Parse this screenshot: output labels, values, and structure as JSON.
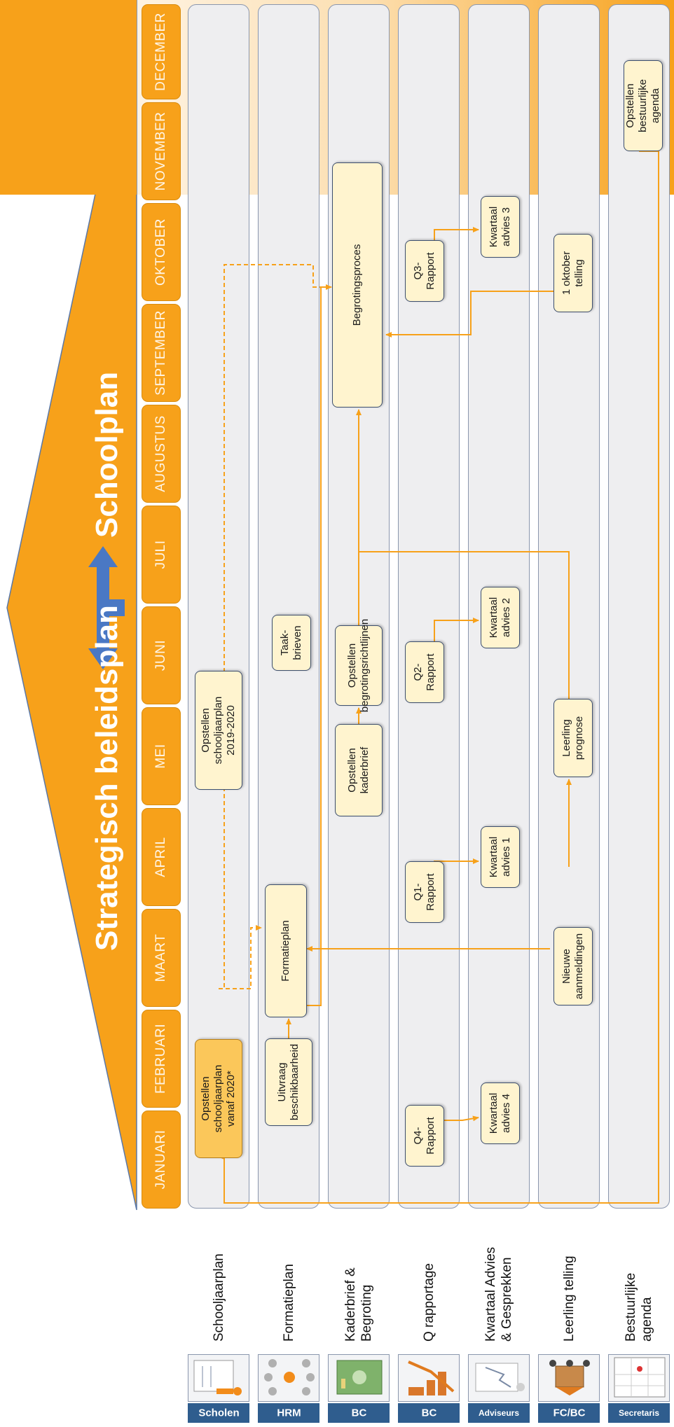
{
  "title_left": "Strategisch beleidsplan",
  "title_right": "Schoolplan",
  "colors": {
    "orange": "#f7a11a",
    "box_fill": "#fff4cf",
    "box_highlight": "#fbc75a",
    "lane_fill": "#eeeef0",
    "dept_fill": "#2f5d8e",
    "arrow_blue": "#4a78c4"
  },
  "months": [
    "JANUARI",
    "FEBRUARI",
    "MAART",
    "APRIL",
    "MEI",
    "JUNI",
    "JULI",
    "AUGUSTUS",
    "SEPTEMBER",
    "OKTOBER",
    "NOVEMBER",
    "DECEMBER"
  ],
  "rows": [
    {
      "label": "Schooljaarplan",
      "dept": "Scholen",
      "picture": "presenter-whiteboard-icon"
    },
    {
      "label": "Formatieplan",
      "dept": "HRM",
      "picture": "team-people-icon"
    },
    {
      "label": "Kaderbrief &\nBegroting",
      "dept": "BC",
      "picture": "money-bills-icon"
    },
    {
      "label": "Q rapportage",
      "dept": "BC",
      "picture": "bar-chart-icon"
    },
    {
      "label": "Kwartaal Advies\n& Gesprekken",
      "dept": "Adviseurs",
      "picture": "chart-review-icon"
    },
    {
      "label": "Leerling telling",
      "dept": "FC/BC",
      "picture": "school-building-icon"
    },
    {
      "label": "Bestuurlijke\nagenda",
      "dept": "Secretaris",
      "picture": "calendar-icon"
    }
  ],
  "boxes": {
    "sjp_2020": "Opstellen schooljaarplan\nvanaf 2020*",
    "sjp_1920": "Opstellen schooljaarplan\n2019-2020",
    "uitvraag": "Uitvraag\nbeschikbaarheid",
    "formatieplan": "Formatieplan",
    "taakbrieven": "Taak-\nbrieven",
    "kaderbrief": "Opstellen\nkaderbrief",
    "begrotingsrichtlijnen": "Opstellen\nbegrotingsrichtlijnen",
    "begrotingsproces": "Begrotingsproces",
    "q4": "Q4-\nRapport",
    "q1": "Q1-\nRapport",
    "q2": "Q2-\nRapport",
    "q3": "Q3-\nRapport",
    "kw4": "Kwartaal\nadvies 4",
    "kw1": "Kwartaal\nadvies 1",
    "kw2": "Kwartaal\nadvies 2",
    "kw3": "Kwartaal\nadvies 3",
    "aanmeldingen": "Nieuwe\naanmeldingen",
    "prognose": "Leerling\nprognose",
    "oktober_telling": "1 oktober\ntelling",
    "bestuurlijke_agenda": "Opstellen\nbestuurlijke agenda"
  }
}
